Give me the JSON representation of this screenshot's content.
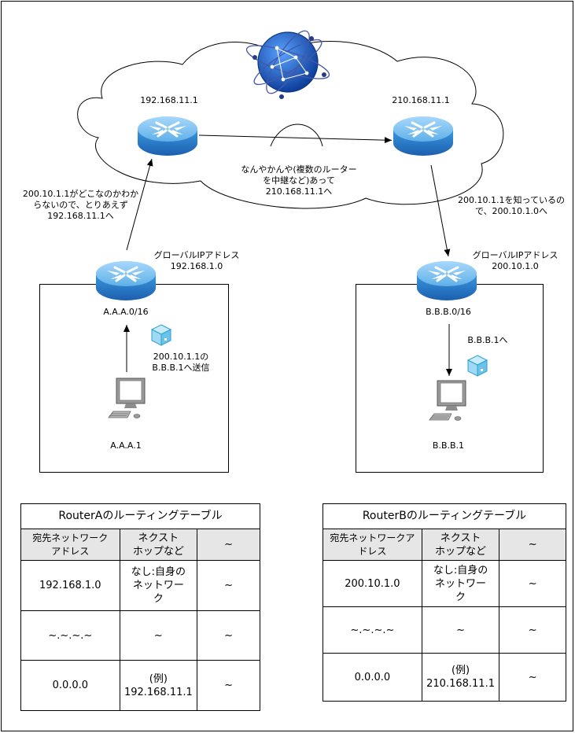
{
  "cloud": {
    "router_left_ip": "192.168.11.1",
    "router_right_ip": "210.168.11.1",
    "relay_note": "なんやかんや(複数のルーター\nを中継など)あって\n210.168.11.1へ"
  },
  "left_side": {
    "forward_note": "200.10.1.1がどこなのかわか\nらないので、とりあえず\n192.168.11.1へ",
    "global_ip_label": "グローバルIPアドレス\n192.168.1.0",
    "network_label": "A.A.A.0/16",
    "send_note": "200.10.1.1の\nB.B.B.1へ送信",
    "host_label": "A.A.A.1"
  },
  "right_side": {
    "known_note": "200.10.1.1を知っているの\nで、200.10.1.0へ",
    "global_ip_label": "グローバルIPアドレス\n200.10.1.0",
    "network_label": "B.B.B.0/16",
    "deliver_note": "B.B.B.1へ",
    "host_label": "B.B.B.1"
  },
  "table_a": {
    "caption": "RouterAのルーティングテーブル",
    "headers": [
      "宛先ネットワーク\nアドレス",
      "ネクスト\nホップなど",
      "~"
    ],
    "rows": [
      [
        "192.168.1.0",
        "なし:自身の\nネットワー\nク",
        "~"
      ],
      [
        "~.~.~.~",
        "~",
        "~"
      ],
      [
        "0.0.0.0",
        "(例)\n192.168.11.1",
        "~"
      ]
    ]
  },
  "table_b": {
    "caption": "RouterBのルーティングテーブル",
    "headers": [
      "宛先ネットワークア\nドレス",
      "ネクスト\nホップなど",
      "~"
    ],
    "rows": [
      [
        "200.10.1.0",
        "なし:自身の\nネットワー\nク",
        "~"
      ],
      [
        "~.~.~.~",
        "~",
        "~"
      ],
      [
        "0.0.0.0",
        "(例)\n210.168.11.1",
        "~"
      ]
    ]
  },
  "colors": {
    "router_top": "#7fc1ee",
    "router_side": "#2e86d1",
    "globe": "#1f63c9",
    "packet": "#3aa7d6",
    "header_fill": "#e6e6e6"
  },
  "icons": [
    "globe-icon",
    "router-icon",
    "monitor-icon",
    "packet-icon"
  ]
}
